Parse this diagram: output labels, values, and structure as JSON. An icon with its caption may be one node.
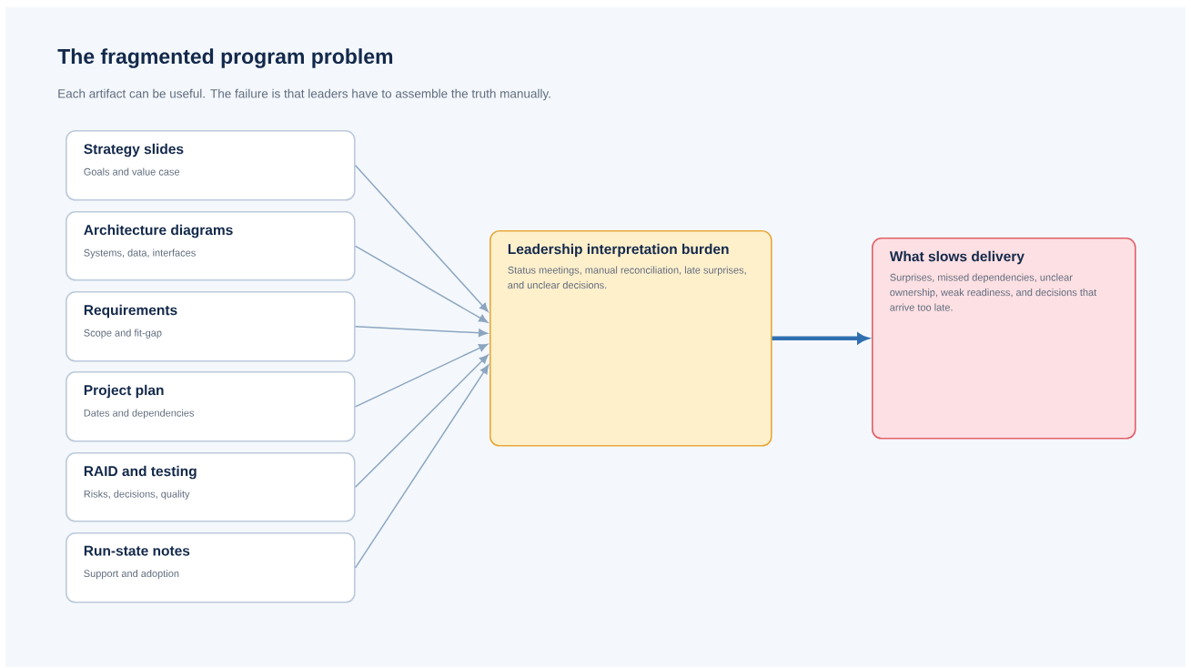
{
  "diagram": {
    "title": "The fragmented program problem",
    "nodes": [
      {
        "text": [
          "Strategy slides",
          "Goals and value case"
        ]
      },
      {
        "text": [
          "Architecture diagrams",
          "Systems, data, interfaces"
        ]
      },
      {
        "text": [
          "Requirements",
          "Scope and fit-gap"
        ]
      },
      {
        "text": [
          "Project plan",
          "Dates and dependencies"
        ]
      },
      {
        "text": [
          "RAID and testing",
          "Risks, decisions, quality"
        ]
      },
      {
        "text": [
          "Run-state notes",
          "Support and adoption"
        ]
      },
      {
        "text": [
          "Leadership interpretation burden",
          "Status meetings, manual reconciliation, late surprises, and unclear decisions."
        ]
      },
      {
        "text": [
          "What slows delivery",
          "Surprises, missed dependencies, unclear ownership, weak readiness, and decisions that arrive too late."
        ]
      }
    ],
    "edges": [
      {
        "from": 0,
        "to": 6,
        "arrow": "to"
      },
      {
        "from": 1,
        "to": 6,
        "arrow": "to"
      },
      {
        "from": 2,
        "to": 6,
        "arrow": "to"
      },
      {
        "from": 3,
        "to": 6,
        "arrow": "to"
      },
      {
        "from": 4,
        "to": 6,
        "arrow": "to"
      },
      {
        "from": 5,
        "to": 6,
        "arrow": "to"
      },
      {
        "from": 6,
        "to": 7,
        "arrow": "to",
        "style": "thick",
        "color": "#2f6fb0"
      }
    ],
    "labels": [
      "Each artifact can be useful. The failure is that leaders have to assemble the truth manually."
    ]
  }
}
